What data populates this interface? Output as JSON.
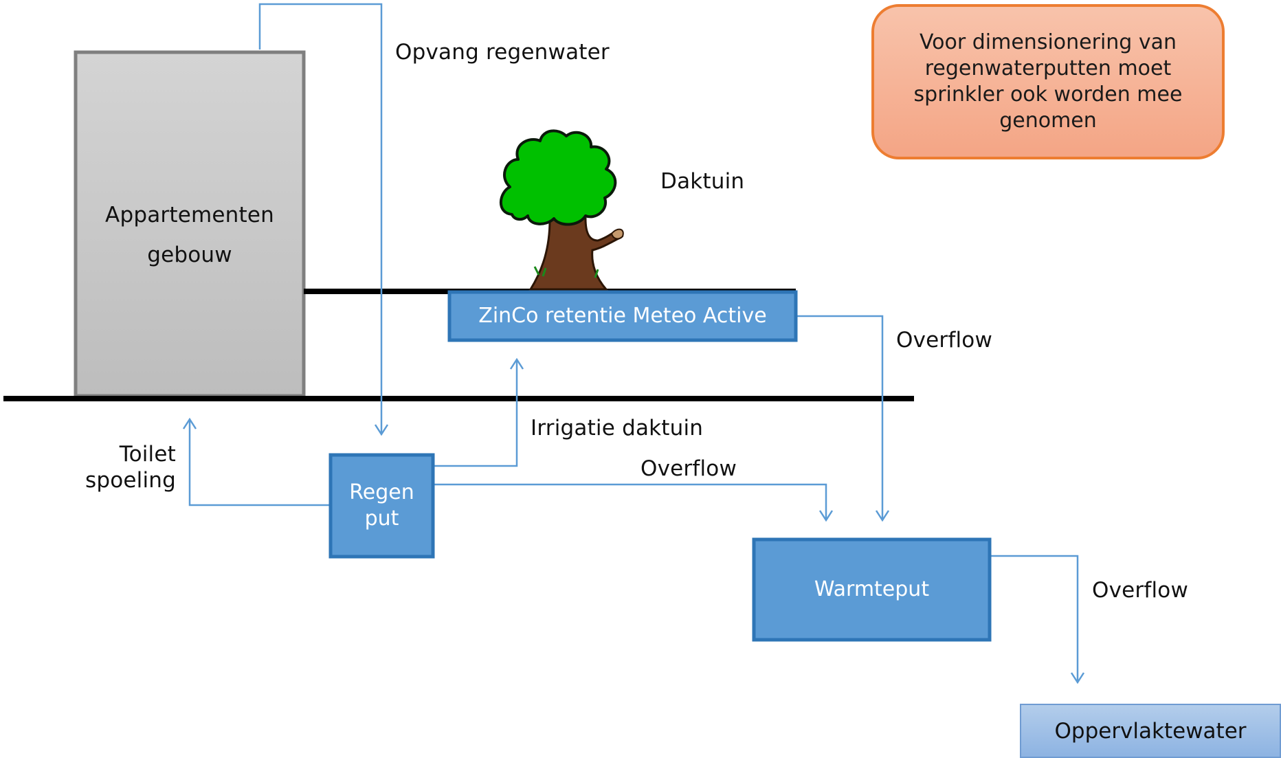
{
  "building": {
    "line1": "Appartementen",
    "line2": "gebouw"
  },
  "labels": {
    "rainwater_collection": "Opvang regenwater",
    "roof_garden": "Daktuin",
    "overflow_retention": "Overflow",
    "irrigation": "Irrigatie daktuin",
    "overflow_rain_well": "Overflow",
    "toilet_line1": "Toilet",
    "toilet_line2": "spoeling",
    "overflow_heat_well": "Overflow"
  },
  "boxes": {
    "retention": "ZinCo retentie Meteo Active",
    "rain_well_line1": "Regen",
    "rain_well_line2": "put",
    "heat_well": "Warmteput",
    "surface_water": "Oppervlaktewater"
  },
  "note": "Voor dimensionering van regenwaterputten moet sprinkler ook worden mee genomen",
  "colors": {
    "box_fill": "#5b9bd5",
    "box_border": "#2e75b6",
    "arrow": "#5b9bd5",
    "note_fill": "#f4b183",
    "note_border": "#ed7d31",
    "building_fill": "#c8c8c8",
    "building_border": "#7f7f7f",
    "tree_foliage": "#00c000",
    "tree_trunk": "#6b3a1e"
  }
}
